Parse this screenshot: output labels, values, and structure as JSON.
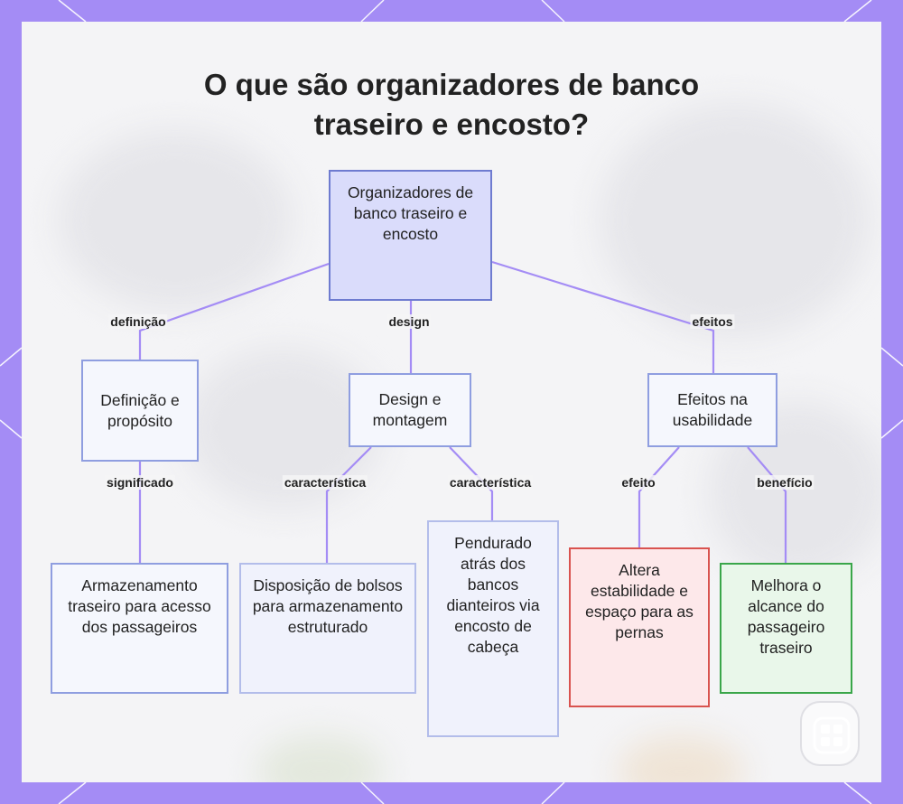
{
  "title_lines": [
    "O que são organizadores de banco",
    "traseiro e encosto?"
  ],
  "nodes": {
    "root": "Organizadores de banco traseiro e encosto",
    "definicao": "Definição e propósito",
    "design": "Design e montagem",
    "efeitos": "Efeitos na usabilidade",
    "armazenamento": "Armazenamento traseiro para acesso dos passageiros",
    "disposicao": "Disposição de bolsos para armazenamento estruturado",
    "pendurado": "Pendurado atrás dos bancos dianteiros via encosto de cabeça",
    "altera": "Altera estabilidade e espaço para as pernas",
    "melhora": "Melhora o alcance do passageiro traseiro"
  },
  "edge_labels": {
    "definicao": "definição",
    "design": "design",
    "efeitos": "efeitos",
    "significado": "significado",
    "caracteristica_1": "característica",
    "caracteristica_2": "característica",
    "efeito": "efeito",
    "beneficio": "benefício"
  },
  "colors": {
    "border": "#a48cf5",
    "edge": "#a48cf5",
    "root_fill": "#dadcfb",
    "effect_border": "#d9534f",
    "benefit_border": "#3aa64a"
  },
  "icons": [
    "app-logo-icon"
  ]
}
